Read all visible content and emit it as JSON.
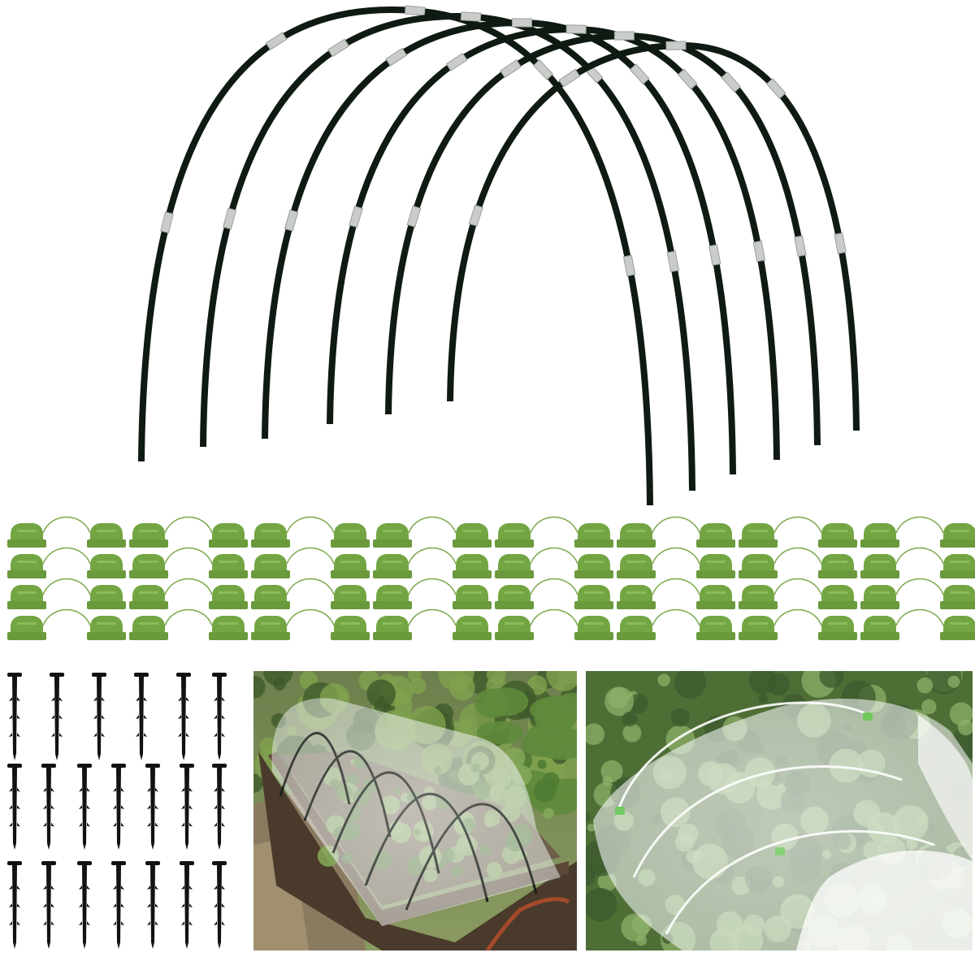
{
  "scene": {
    "background_color": "#ffffff",
    "hoop_color": "#0f1a12",
    "hoop_joint_color": "#c9ccc9",
    "clip_color": "#73a542",
    "clip_band_color": "#7aa84a",
    "stake_color": "#121212",
    "photo_left": {
      "sky_color": "#7d8f5a",
      "foliage_dark": "#3f5a2a",
      "foliage_light": "#7fa14d",
      "soil_color": "#6e5f4a",
      "wood_color": "#4a3a2c",
      "net_color": "#e9eeee"
    },
    "photo_right": {
      "foliage_dark": "#3c5a2d",
      "foliage_light": "#8eb06a",
      "net_color": "#eef2f3"
    }
  },
  "items": {
    "hoops": {
      "count": 6,
      "icon": "garden-hoop-icon"
    },
    "clips": {
      "rows": 4,
      "pairs_per_row": 8,
      "icon": "clip-icon"
    },
    "stakes": {
      "count": 20,
      "icon": "ground-stake-icon"
    }
  }
}
